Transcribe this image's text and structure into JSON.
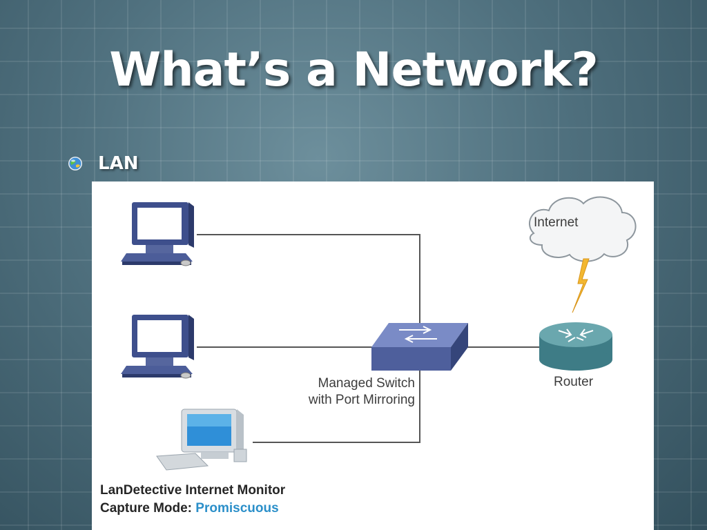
{
  "slide": {
    "title": "What’s a Network?",
    "bullet": "LAN"
  },
  "diagram": {
    "cloud_label": "Internet",
    "router_label": "Router",
    "switch_label_line1": "Managed Switch",
    "switch_label_line2": "with Port Mirroring",
    "caption_line1": "LanDetective Internet Monitor",
    "caption_line2_prefix": "Capture Mode:",
    "caption_line2_mode": "Promiscuous",
    "colors": {
      "switch": "#4e5f9c",
      "router": "#4a8a93",
      "lightning": "#f2b731",
      "mode_text": "#2b8fc9"
    }
  }
}
